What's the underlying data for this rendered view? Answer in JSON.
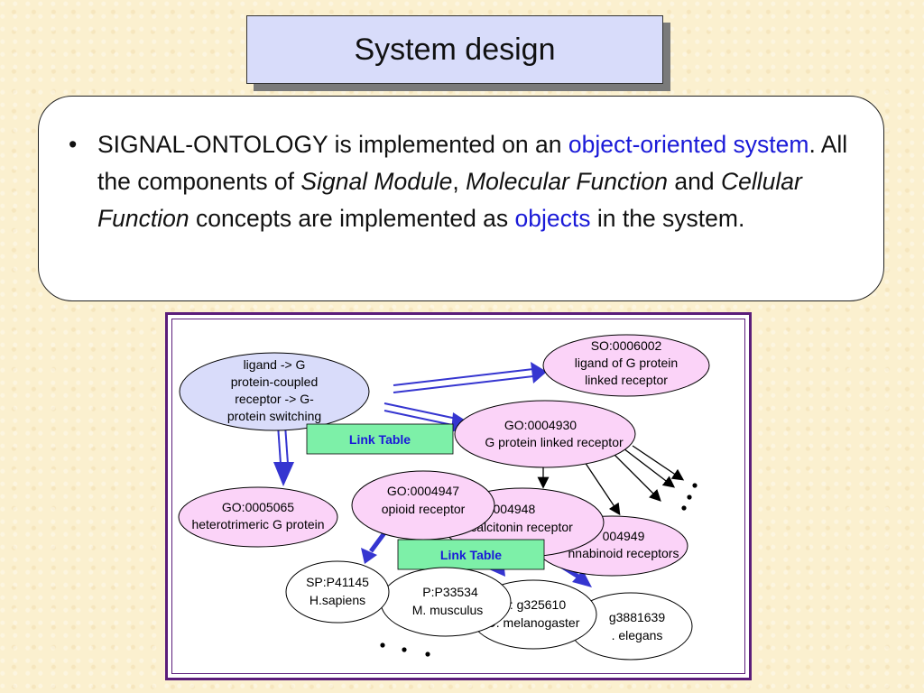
{
  "title": "System design",
  "paragraph": {
    "bullet": "•",
    "t1": "SIGNAL-ONTOLOGY is implemented on an ",
    "t2": "object-oriented system",
    "t3": ".  All the components of ",
    "t4": "Signal Module",
    "t5": ", ",
    "t6": "Molecular Function",
    "t7": " and ",
    "t8": "Cellular Function",
    "t9": " concepts are implemented as ",
    "t10": "objects",
    "t11": " in the system."
  },
  "diagram": {
    "node_ligand": [
      "ligand -> G",
      "protein-coupled",
      "receptor -> G-",
      "protein switching"
    ],
    "node_so": [
      "SO:0006002",
      "ligand of G protein",
      "linked receptor"
    ],
    "node_go4930": [
      "GO:0004930",
      "G protein linked receptor"
    ],
    "node_go5065": [
      "GO:0005065",
      "heterotrimeric G protein"
    ],
    "node_go4947": [
      "GO:0004947",
      "opioid receptor"
    ],
    "node_go4948": [
      "0004948",
      "calcitonin receptor"
    ],
    "node_go4949": [
      "004949",
      "nnabinoid receptors"
    ],
    "node_sp41145": [
      "SP:P41145",
      "H.sapiens"
    ],
    "node_sp33534": [
      "P:P33534",
      "M. musculus"
    ],
    "node_fb": [
      ": g325610",
      "D. melanogaster"
    ],
    "node_ce": [
      "g3881639",
      ". elegans"
    ],
    "link_table_1": "Link Table",
    "link_table_2": "Link Table",
    "colors": {
      "node_fill_light": "#d9dcfa",
      "node_fill_pink": "#fbd3f8",
      "link_fill": "#7df0a8",
      "arrow": "#3535d0"
    }
  }
}
